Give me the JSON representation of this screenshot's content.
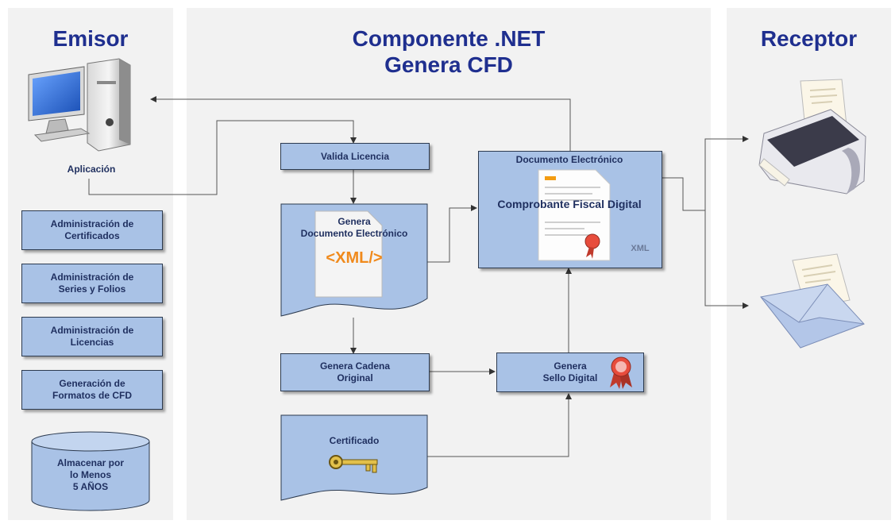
{
  "columns": {
    "emisor": "Emisor",
    "componente_line1": "Componente .NET",
    "componente_line2": "Genera CFD",
    "receptor": "Receptor"
  },
  "emisor": {
    "app_label": "Aplicación",
    "admin_boxes": [
      [
        "Administración de",
        "Certificados"
      ],
      [
        "Administración de",
        "Series y Folios"
      ],
      [
        "Administración de",
        "Licencias"
      ],
      [
        "Generación de",
        "Formatos de CFD"
      ]
    ],
    "storage": [
      "Almacenar por",
      "lo Menos",
      "5 AÑOS"
    ]
  },
  "componente": {
    "valida_licencia": "Valida Licencia",
    "genera_doc": [
      "Genera",
      "Documento Electrónico"
    ],
    "xml_tag": "<XML/>",
    "genera_cadena": [
      "Genera Cadena",
      "Original"
    ],
    "certificado": "Certificado",
    "genera_sello": [
      "Genera",
      "Sello Digital"
    ],
    "documento_title": "Documento Electrónico",
    "comprobante": "Comprobante Fiscal Digital",
    "xml_corner": "XML"
  },
  "colors": {
    "title": "#1f2f8f",
    "box_fill": "#a9c2e6",
    "panel": "#f2f2f2",
    "arrow": "#333333"
  }
}
